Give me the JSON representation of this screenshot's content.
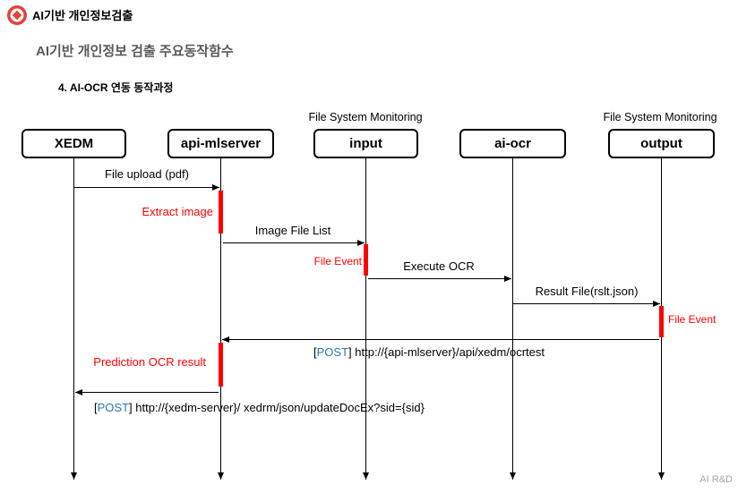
{
  "header": {
    "logo_icon": "brand-logo-icon",
    "title": "AI기반 개인정보검출"
  },
  "slide": {
    "title": "AI기반 개인정보 검출 주요동작함수",
    "section": "4. AI-OCR 연동 동작과정",
    "footer": "AI R&D"
  },
  "sequence": {
    "participants": [
      {
        "name": "XEDM"
      },
      {
        "name": "api-mlserver"
      },
      {
        "name": "input",
        "note": "File System Monitoring"
      },
      {
        "name": "ai-ocr"
      },
      {
        "name": "output",
        "note": "File System Monitoring"
      }
    ],
    "messages": [
      {
        "from": "XEDM",
        "to": "api-mlserver",
        "label": "File upload (pdf)"
      },
      {
        "from": "api-mlserver",
        "to": "input",
        "label": "Image File List"
      },
      {
        "from": "input",
        "to": "ai-ocr",
        "label": "Execute OCR"
      },
      {
        "from": "ai-ocr",
        "to": "output",
        "label": "Result File(rslt.json)"
      },
      {
        "from": "output",
        "to": "api-mlserver",
        "bracket_open": "[",
        "method": "POST",
        "bracket_close": "]",
        "url": "http://{api-mlserver}/api/xedm/ocrtest"
      },
      {
        "from": "api-mlserver",
        "to": "XEDM",
        "bracket_open": "[",
        "method": "POST",
        "bracket_close": "]",
        "url": "http://{xedm-server}/ xedrm/json/updateDocEx?sid={sid}"
      }
    ],
    "activations": [
      {
        "participant": "api-mlserver",
        "label": "Extract image"
      },
      {
        "participant": "input",
        "label": "File Event"
      },
      {
        "participant": "output",
        "label": "File Event"
      },
      {
        "participant": "api-mlserver",
        "label": "Prediction OCR result"
      }
    ]
  },
  "colors": {
    "logo": "#E8403A",
    "slide_title": "#595959",
    "activation_bar": "#FF0000",
    "activation_label": "#FF0000",
    "http_method": "#2E75B6",
    "footer": "#A6A6A6"
  }
}
